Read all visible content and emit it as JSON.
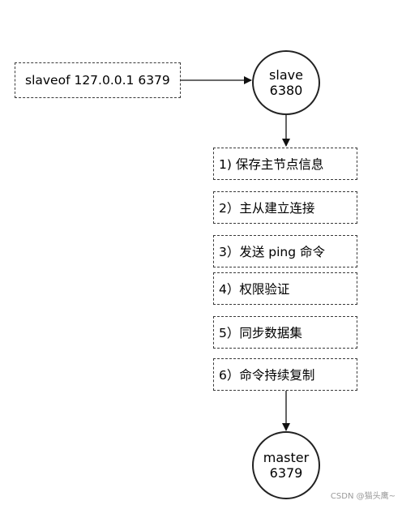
{
  "command": "slaveof 127.0.0.1 6379",
  "slave": {
    "name": "slave",
    "port": "6380"
  },
  "master": {
    "name": "master",
    "port": "6379"
  },
  "steps": [
    "1) 保存主节点信息",
    "2）主从建立连接",
    "3）发送 ping 命令",
    "4）权限验证",
    "5）同步数据集",
    "6）命令持续复制"
  ],
  "watermark": "CSDN @猫头鹰~"
}
